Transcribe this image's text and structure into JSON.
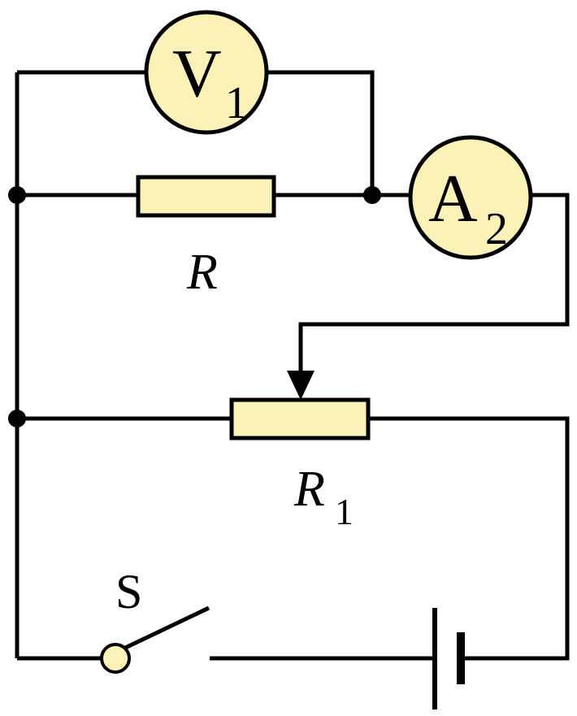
{
  "voltmeter": {
    "letter": "V",
    "subscript": "1"
  },
  "ammeter": {
    "letter": "A",
    "subscript": "2"
  },
  "resistor": {
    "label": "R"
  },
  "rheostat": {
    "label": "R",
    "subscript": "1"
  },
  "switch": {
    "label": "S"
  },
  "colors": {
    "component_fill": "#FCF2B8",
    "wire": "#000000"
  }
}
